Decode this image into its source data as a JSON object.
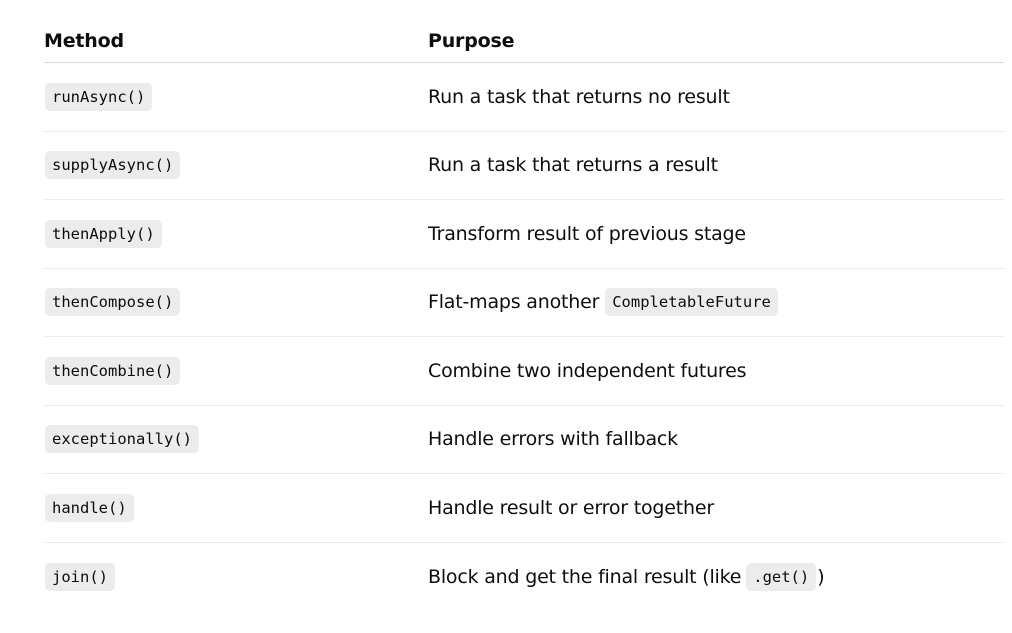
{
  "table": {
    "headers": {
      "method": "Method",
      "purpose": "Purpose"
    },
    "rows": [
      {
        "method": "runAsync()",
        "purpose": "Run a task that returns no result"
      },
      {
        "method": "supplyAsync()",
        "purpose": "Run a task that returns a result"
      },
      {
        "method": "thenApply()",
        "purpose": "Transform result of previous stage"
      },
      {
        "method": "thenCompose()",
        "purpose_prefix": "Flat-maps another",
        "purpose_code": "CompletableFuture"
      },
      {
        "method": "thenCombine()",
        "purpose": "Combine two independent futures"
      },
      {
        "method": "exceptionally()",
        "purpose": "Handle errors with fallback"
      },
      {
        "method": "handle()",
        "purpose": "Handle result or error together"
      },
      {
        "method": "join()",
        "purpose_prefix": "Block and get the final result (like",
        "purpose_code": ".get()",
        "purpose_suffix": ")"
      }
    ]
  }
}
